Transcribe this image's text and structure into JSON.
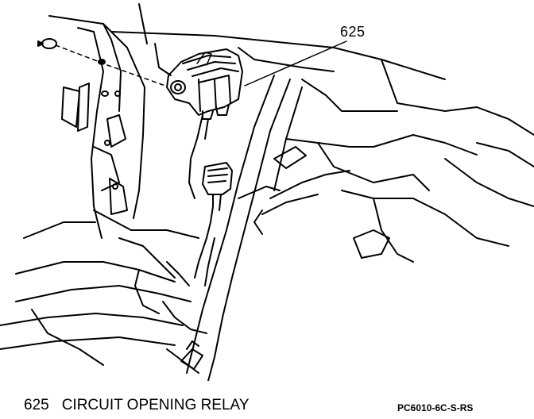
{
  "callout": {
    "number": "625"
  },
  "caption": {
    "number": "625",
    "text": "CIRCUIT OPENING RELAY"
  },
  "figure_code": "PC6010-6C-S-RS"
}
